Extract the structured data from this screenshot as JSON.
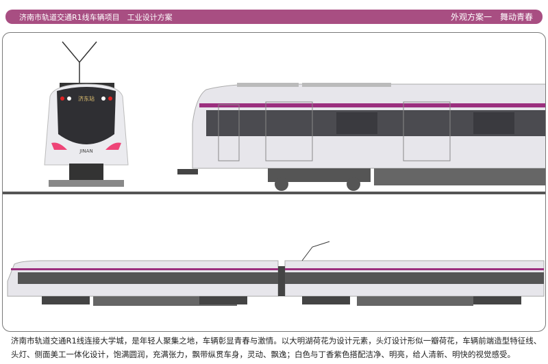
{
  "header": {
    "title": "济南市轨道交通R1线车辆项目　工业设计方案",
    "scheme": "外观方案一　舞动青春"
  },
  "front_view": {
    "destination": "济东站",
    "logo_text": "JINAN"
  },
  "colors": {
    "accent": "#a84e82",
    "stripe": "#9b2f7e",
    "body": "#e9e8ed",
    "window": "#4a4a50"
  },
  "description": {
    "line1": "济南市轨道交通R1线连接大学城，是年轻人聚集之地，车辆彰显青春与激情。以大明湖荷花为设计元素，头灯设计形似一瓣荷花，车辆前端造型特征线、",
    "line2": "头灯、侧面美工一体化设计，饱满圆润，充满张力，飘带纵贯车身，灵动、飘逸；白色与丁香紫色搭配洁净、明亮，给人清新、明快的视觉感受。"
  }
}
